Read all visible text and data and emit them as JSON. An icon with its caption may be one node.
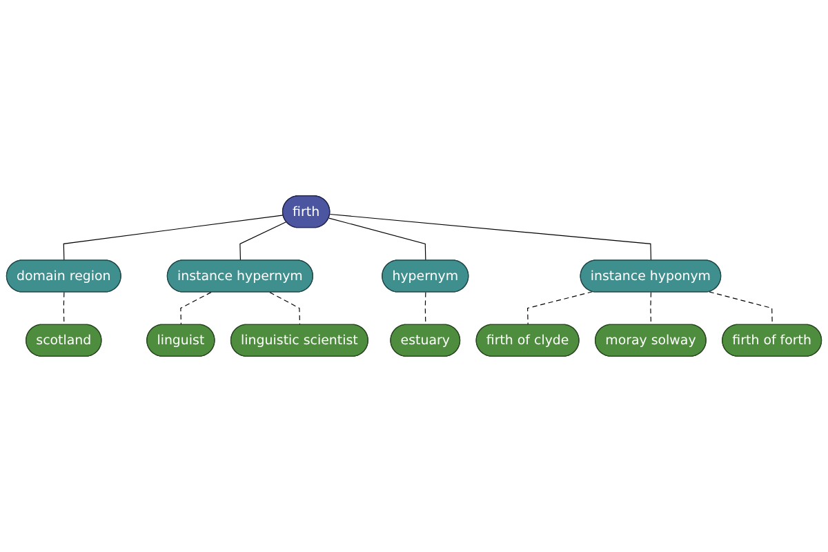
{
  "diagram": {
    "nodes": [
      {
        "text": [
          "linguist"
        ]
      },
      {
        "text": [
          "linguistic scientist"
        ]
      },
      {
        "text": [
          "scotland"
        ]
      },
      {
        "text": [
          "instance hypernym"
        ]
      },
      {
        "text": [
          "estuary"
        ]
      },
      {
        "text": [
          "domain region"
        ]
      },
      {
        "text": [
          "hypernym"
        ]
      },
      {
        "text": [
          "firth"
        ]
      },
      {
        "text": [
          "instance hyponym"
        ]
      },
      {
        "text": [
          "firth of clyde"
        ]
      },
      {
        "text": [
          "moray solway"
        ]
      },
      {
        "text": [
          "firth of forth"
        ]
      }
    ],
    "edges": [
      {
        "from": 7,
        "to": 5,
        "arrow": "none"
      },
      {
        "from": 7,
        "to": 3,
        "arrow": "none"
      },
      {
        "from": 7,
        "to": 6,
        "arrow": "none"
      },
      {
        "from": 7,
        "to": 8,
        "arrow": "none"
      },
      {
        "from": 5,
        "to": 2,
        "arrow": "none",
        "style": "dashed"
      },
      {
        "from": 3,
        "to": 0,
        "arrow": "none",
        "style": "dashed"
      },
      {
        "from": 3,
        "to": 1,
        "arrow": "none",
        "style": "dashed"
      },
      {
        "from": 6,
        "to": 4,
        "arrow": "none",
        "style": "dashed"
      },
      {
        "from": 8,
        "to": 9,
        "arrow": "none",
        "style": "dashed"
      },
      {
        "from": 8,
        "to": 10,
        "arrow": "none",
        "style": "dashed"
      },
      {
        "from": 8,
        "to": 11,
        "arrow": "none",
        "style": "dashed"
      }
    ]
  }
}
